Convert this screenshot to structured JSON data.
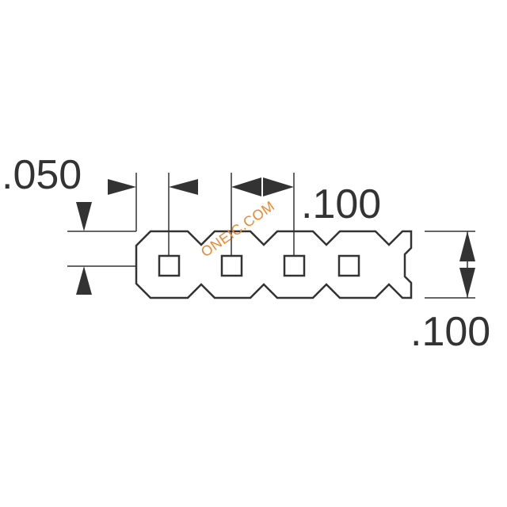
{
  "dimensions": {
    "offset": ".050",
    "pitch": ".100",
    "height": ".100"
  },
  "watermark": "ONEIC.COM",
  "colors": {
    "line": "#333333",
    "watermark": "#f0862e"
  }
}
